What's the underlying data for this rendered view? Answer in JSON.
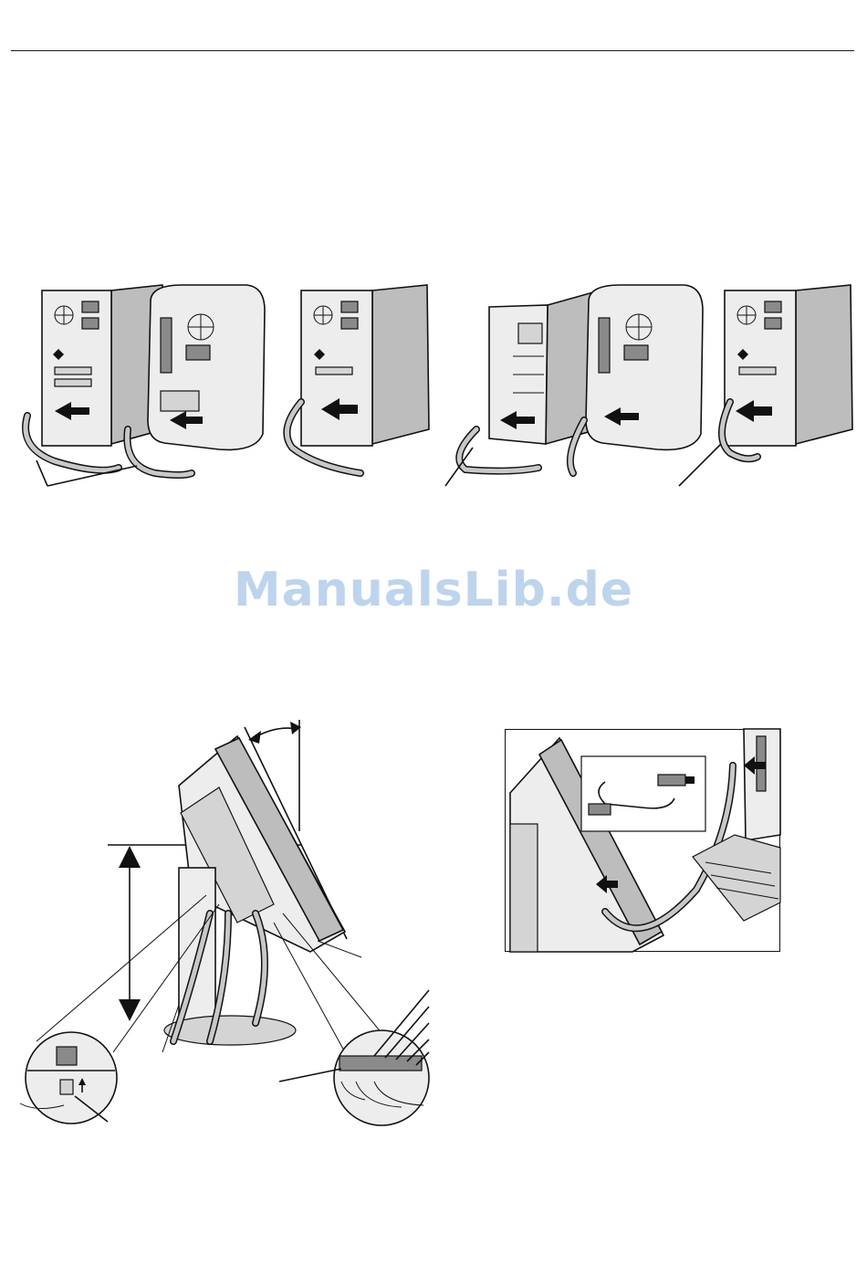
{
  "watermark": {
    "text": "ManualsLib.de",
    "color": "#8ab2e0"
  },
  "figures": [
    {
      "name": "computer-connection-illustration",
      "icon": "pc-and-mac-connector-icon"
    },
    {
      "name": "monitor-stand-illustration",
      "icon": "monitor-tilt-height-icon"
    },
    {
      "name": "usb-connection-illustration",
      "icon": "usb-cable-icon"
    }
  ]
}
